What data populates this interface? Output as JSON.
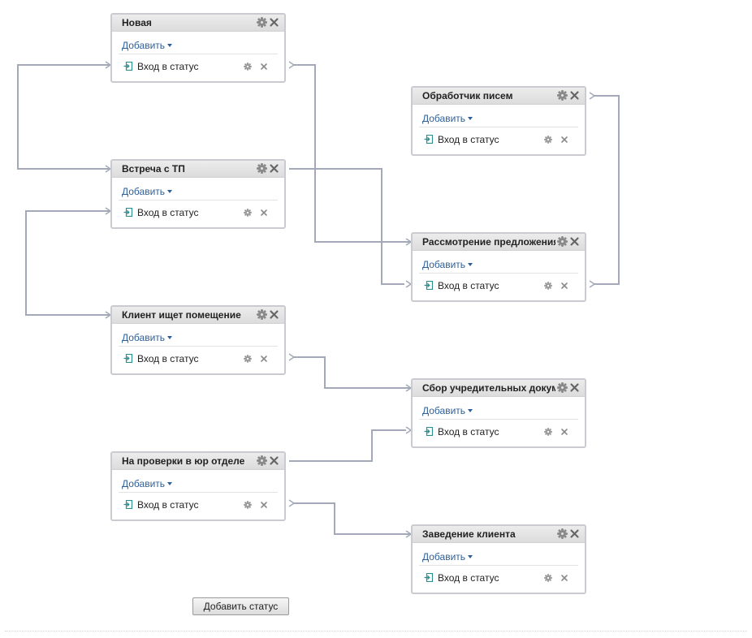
{
  "colors": {
    "connector": "#a3a9b8",
    "card_border": "#c9cbd0",
    "link": "#2e5f97",
    "icon_gray": "#8a8a8a",
    "enter_icon": "#2a8f8f"
  },
  "statuses": [
    {
      "title": "Новая",
      "add_label": "Добавить",
      "trigger_label": "Вход в статус"
    },
    {
      "title": "Встреча с ТП",
      "add_label": "Добавить",
      "trigger_label": "Вход в статус"
    },
    {
      "title": "Клиент ищет помещение",
      "add_label": "Добавить",
      "trigger_label": "Вход в статус"
    },
    {
      "title": "На проверки в юр отделе",
      "add_label": "Добавить",
      "trigger_label": "Вход в статус"
    },
    {
      "title": "Обработчик писем",
      "add_label": "Добавить",
      "trigger_label": "Вход в статус"
    },
    {
      "title": "Рассмотрение предложения",
      "add_label": "Добавить",
      "trigger_label": "Вход в статус"
    },
    {
      "title": "Сбор учредительных документов",
      "add_label": "Добавить",
      "trigger_label": "Вход в статус"
    },
    {
      "title": "Заведение клиента",
      "add_label": "Добавить",
      "trigger_label": "Вход в статус"
    }
  ],
  "add_status_button": "Добавить статус",
  "icons": {
    "settings": "gear-icon",
    "remove": "close-icon",
    "trigger": "enter-status-icon",
    "dropdown": "caret-down-icon"
  }
}
